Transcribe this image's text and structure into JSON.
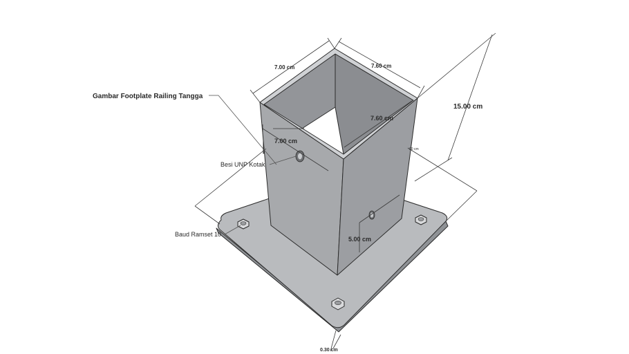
{
  "drawing": {
    "title": "Gambar Footplate Railing Tangga",
    "callouts": {
      "tube": "Besi UNP Kotak",
      "bolt": "Baud Ramset 10"
    },
    "dimensions": {
      "top_left_width": "7.00 cm",
      "top_right_width": "7.60 cm",
      "inner_depth": "7.60 cm",
      "inner_width": "7.00 cm",
      "height": "15.00 cm",
      "hole_height": "5.00 cm",
      "plate_thickness": "0.30 cm",
      "plate_right_partial": "00 cm"
    },
    "colors": {
      "plate_top": "#b9bbbe",
      "plate_edge": "#8f9296",
      "tube_left": "#a7a9ac",
      "tube_right": "#9c9ea2",
      "tube_inner": "#8b8d91",
      "tube_lip": "#cfd1d4"
    }
  }
}
